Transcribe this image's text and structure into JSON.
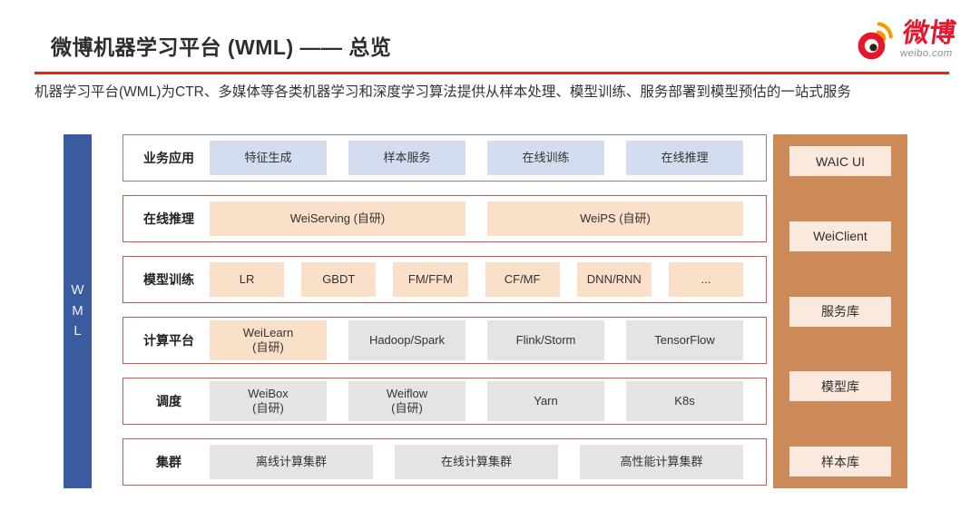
{
  "header": {
    "title": "微博机器学习平台 (WML) —— 总览",
    "subtitle": "机器学习平台(WML)为CTR、多媒体等各类机器学习和深度学习算法提供从样本处理、模型训练、服务部署到模型预估的一站式服务",
    "logo": {
      "brand": "微博",
      "domain": "weibo.com",
      "icon": "weibo-eye-icon"
    }
  },
  "colors": {
    "accent_red": "#e0251b",
    "bar_blue": "#3a5b9e",
    "row_border_blue": "#7287b7",
    "row_border_red": "#d0544e",
    "chip_blue": "#d3ddef",
    "chip_peach": "#fadfc9",
    "chip_gray": "#e4e4e4",
    "column_orange": "#cb8a57",
    "column_chip": "#fbe9dd",
    "brand_red": "#e6162d",
    "brand_orange": "#f59a00"
  },
  "diagram": {
    "left_bar": {
      "title": "WML",
      "letters": [
        "W",
        "M",
        "L"
      ]
    },
    "rows": [
      {
        "label": "业务应用",
        "chips": [
          {
            "text": "特征生成"
          },
          {
            "text": "样本服务"
          },
          {
            "text": "在线训练"
          },
          {
            "text": "在线推理"
          }
        ]
      },
      {
        "label": "在线推理",
        "chips": [
          {
            "text": "WeiServing (自研)"
          },
          {
            "text": "WeiPS (自研)"
          }
        ]
      },
      {
        "label": "模型训练",
        "chips": [
          {
            "text": "LR"
          },
          {
            "text": "GBDT"
          },
          {
            "text": "FM/FFM"
          },
          {
            "text": "CF/MF"
          },
          {
            "text": "DNN/RNN"
          },
          {
            "text": "..."
          }
        ]
      },
      {
        "label": "计算平台",
        "chips": [
          {
            "text": "WeiLearn\n(自研)"
          },
          {
            "text": "Hadoop/Spark"
          },
          {
            "text": "Flink/Storm"
          },
          {
            "text": "TensorFlow"
          }
        ]
      },
      {
        "label": "调度",
        "chips": [
          {
            "text": "WeiBox\n(自研)"
          },
          {
            "text": "Weiflow\n(自研)"
          },
          {
            "text": "Yarn"
          },
          {
            "text": "K8s"
          }
        ]
      },
      {
        "label": "集群",
        "chips": [
          {
            "text": "离线计算集群"
          },
          {
            "text": "在线计算集群"
          },
          {
            "text": "高性能计算集群"
          }
        ]
      }
    ],
    "right_column": {
      "items": [
        "WAIC UI",
        "WeiClient",
        "服务库",
        "模型库",
        "样本库"
      ]
    }
  }
}
